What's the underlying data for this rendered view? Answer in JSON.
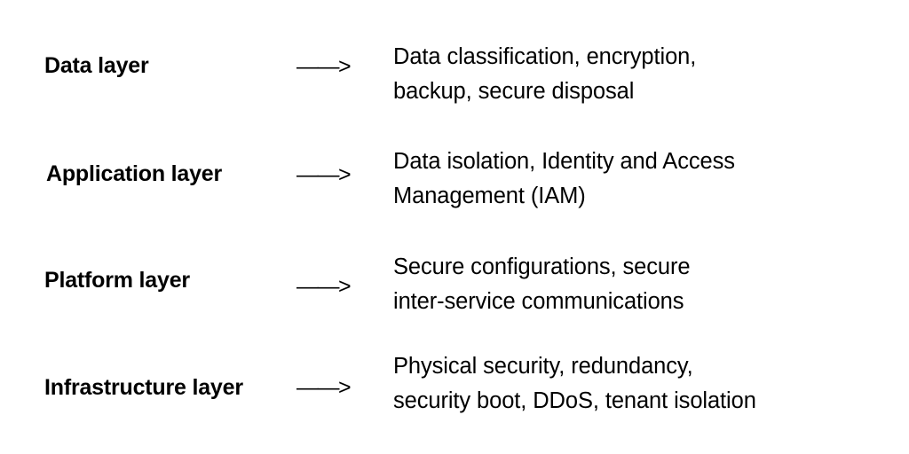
{
  "diagram": {
    "type": "layered-security-mapping",
    "background_color": "#ffffff",
    "text_color": "#000000",
    "connector_glyph": "——>",
    "rows": [
      {
        "label": "Data layer",
        "arrow": "——>",
        "description": "Data classification, encryption,\nbackup, secure disposal",
        "description_lines": [
          "Data classification, encryption,",
          "backup, secure disposal"
        ]
      },
      {
        "label": "Application layer",
        "arrow": "——>",
        "description": "Data isolation, Identity and Access\nManagement (IAM)",
        "description_lines": [
          "Data isolation, Identity and Access",
          "Management (IAM)"
        ]
      },
      {
        "label": "Platform layer",
        "arrow": "——>",
        "description": "Secure configurations, secure\ninter-service communications",
        "description_lines": [
          "Secure configurations, secure",
          "inter-service communications"
        ]
      },
      {
        "label": "Infrastructure layer",
        "arrow": "——>",
        "description": "Physical security, redundancy,\nsecurity boot, DDoS, tenant isolation",
        "description_lines": [
          "Physical security, redundancy,",
          "security boot, DDoS, tenant isolation"
        ]
      }
    ]
  }
}
